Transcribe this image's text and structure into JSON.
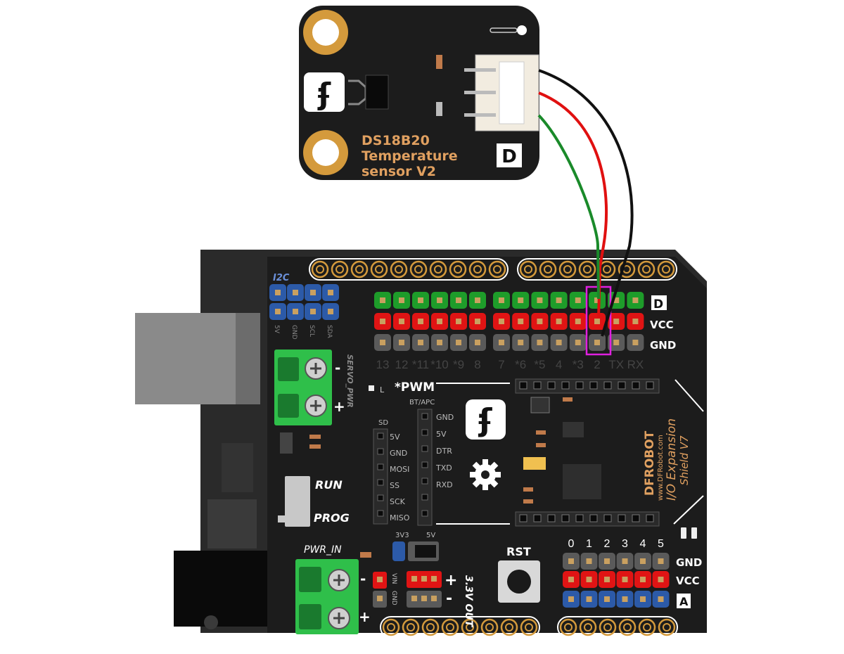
{
  "sensor": {
    "title_line1": "DS18B20",
    "title_line2": "Temperature",
    "title_line3": "sensor V2",
    "type_badge": "D",
    "logo_glyph": "ʄ"
  },
  "shield": {
    "header_i2c": "I2C",
    "i2c_pins": [
      "5V",
      "GND",
      "SCL",
      "SDA"
    ],
    "row_labels": {
      "digital": "D",
      "vcc": "VCC",
      "gnd": "GND"
    },
    "digital_pins": [
      "13",
      "12",
      "*11",
      "*10",
      "*9",
      "8",
      "7",
      "*6",
      "*5",
      "4",
      "*3",
      "2",
      "TX",
      "RX"
    ],
    "servo_pwr": "SERVO_PWR",
    "servo_minus": "-",
    "servo_plus": "+",
    "pwm_note": "*PWM",
    "led_label": "L",
    "bt_apc": "BT/APC",
    "bt_pins": [
      "GND",
      "5V",
      "DTR",
      "TXD",
      "RXD"
    ],
    "sd_label": "SD",
    "sd_pins": [
      "5V",
      "GND",
      "MOSI",
      "SS",
      "SCK",
      "MISO"
    ],
    "run": "RUN",
    "prog": "PROG",
    "pwr_in": "PWR_IN",
    "pwr_minus": "-",
    "pwr_plus": "+",
    "vin": "VIN",
    "gnd_small": "GND",
    "v33": "3V3",
    "v5": "5V",
    "out_label": "3.3V OUT",
    "out_plus": "+",
    "out_minus": "-",
    "rst": "RST",
    "analog_pins": [
      "0",
      "1",
      "2",
      "3",
      "4",
      "5"
    ],
    "analog_rows": {
      "gnd": "GND",
      "vcc": "VCC",
      "a": "A"
    },
    "brand": "DFROBOT",
    "url": "www.DFRobot.com",
    "product_line1": "I/O Expansion",
    "product_line2": "Shield V7",
    "logo_glyph": "ʄ"
  },
  "colors": {
    "board": "#1c1c1c",
    "board_edge": "#2b2b2b",
    "pin_green": "#1e9c2a",
    "pin_red": "#e01414",
    "pin_gray": "#5a5a5a",
    "pin_blue": "#2c5aa8",
    "gold": "#d49a3c",
    "terminal_green": "#2fbf4a",
    "label_orange": "#e0a060",
    "highlight": "#e020e0",
    "wire_red": "#e01010",
    "wire_green": "#1a8a2a",
    "wire_black": "#111111"
  }
}
